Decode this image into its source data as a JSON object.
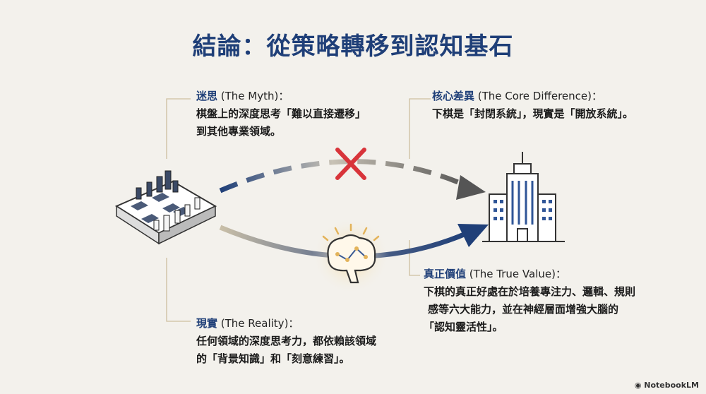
{
  "title": "結論：從策略轉移到認知基石",
  "myth": {
    "label": "迷思",
    "label_en": " (The Myth)：",
    "lines": [
      "棋盤上的深度思考「難以直接遷移」",
      "到其他專業領域。"
    ]
  },
  "core": {
    "label": "核心差異",
    "label_en": " (The Core Difference)：",
    "lines": [
      "下棋是「封閉系統」，現實是「開放系統」。"
    ]
  },
  "value": {
    "label": "真正價值",
    "label_en": " (The True Value)：",
    "lines": [
      "下棋的真正好處在於培養專注力、邏輯、規則",
      "感等六大能力，並在神經層面增強大腦的",
      "「認知靈活性」。"
    ]
  },
  "reality": {
    "label": "現實",
    "label_en": " (The Reality)：",
    "lines": [
      "任何領域的深度思考力，都依賴該領域",
      "的「背景知識」和「刻意練習」。"
    ]
  },
  "brand": "NotebookLM",
  "colors": {
    "navy": "#1f3f78",
    "red": "#d8343a",
    "gray": "#555",
    "gold": "#e3b35a"
  }
}
